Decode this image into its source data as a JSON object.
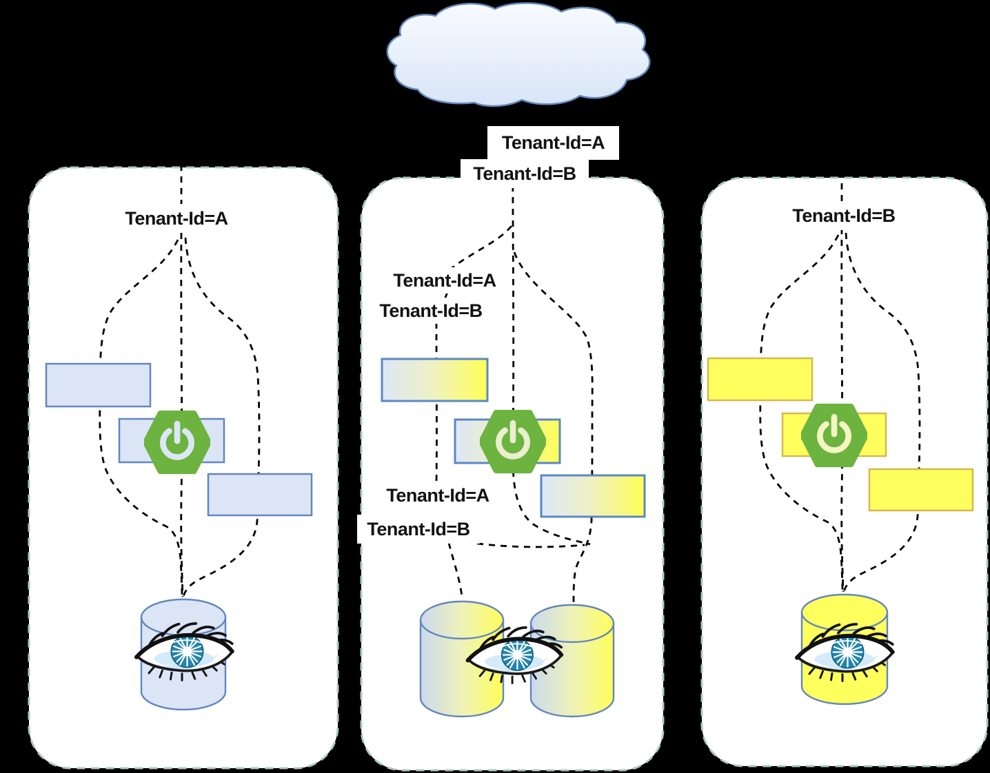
{
  "diagram": {
    "description_icons": {
      "cloud": "cloud-icon",
      "app": "spring-boot-icon",
      "database": "database-eye-icon"
    },
    "gateway_labels": {
      "tenant_a": "Tenant-Id=A",
      "tenant_b": "Tenant-Id=B"
    },
    "panels": {
      "left": {
        "title": "Tenant-Id=A"
      },
      "middle": {
        "upper_tenant_a": "Tenant-Id=A",
        "upper_tenant_b": "Tenant-Id=B",
        "lower_tenant_a": "Tenant-Id=A",
        "lower_tenant_b": "Tenant-Id=B"
      },
      "right": {
        "title": "Tenant-Id=B"
      }
    },
    "colors": {
      "background": "#000000",
      "panel_border": "#a9cbc3",
      "blue_fill": "#dbe5f6",
      "blue_border": "#6286bd",
      "grad_border": "#5b87c5",
      "yellow_fill": "#ffff5e",
      "yellow_border": "#d8b74e",
      "spring_green": "#6db33f",
      "dashed_line": "#000000",
      "cloud_border": "#6488bc"
    }
  }
}
